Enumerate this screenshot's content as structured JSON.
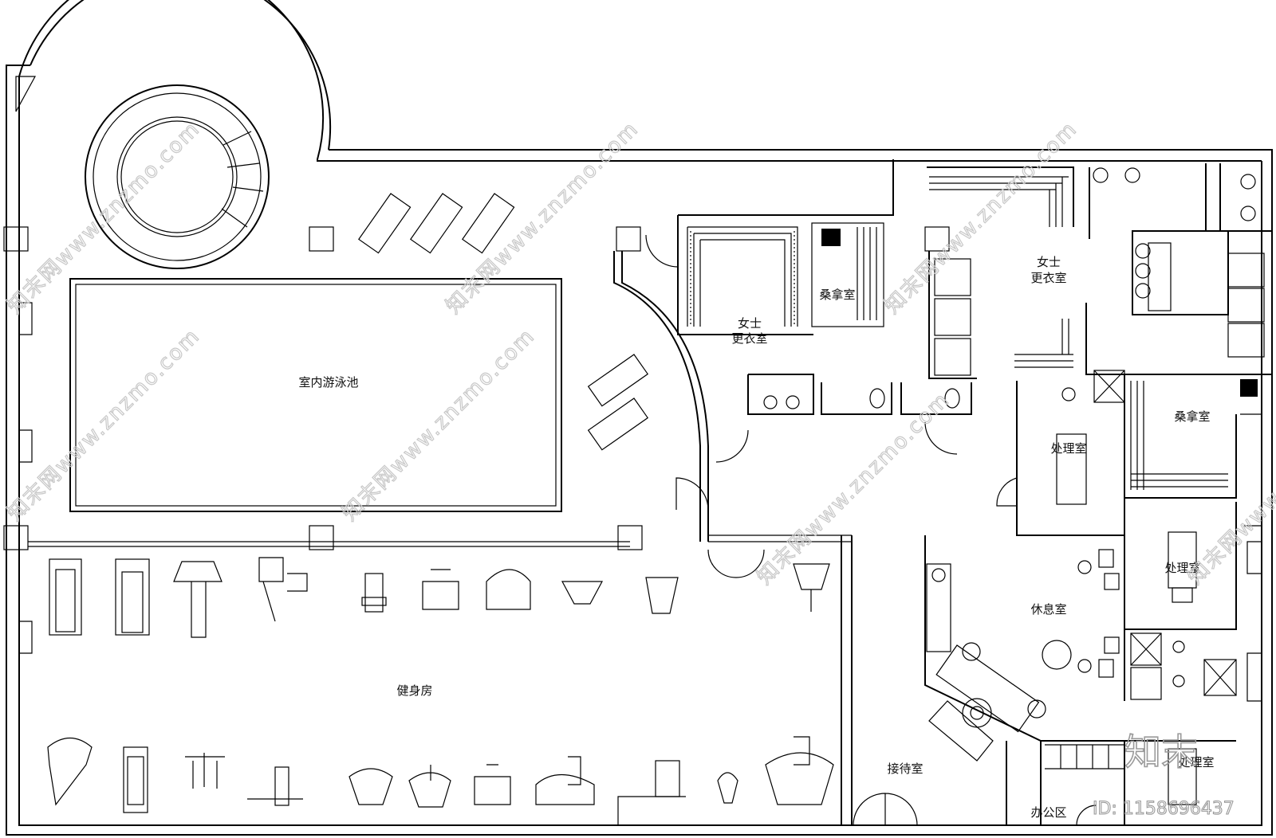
{
  "rooms": {
    "pool": "室内游泳池",
    "gym": "健身房",
    "womens_locker_1_line1": "女士",
    "womens_locker_1_line2": "更衣室",
    "sauna_1": "桑拿室",
    "womens_locker_2_line1": "女士",
    "womens_locker_2_line2": "更衣室",
    "sauna_2": "桑拿室",
    "treatment_1": "处理室",
    "treatment_2": "处理室",
    "treatment_3": "处理室",
    "lounge": "休息室",
    "reception": "接待室",
    "office": "办公区"
  },
  "watermarks": {
    "site": "知末网www.znzmo.com",
    "brand": "知末",
    "id": "ID: 1158696437"
  }
}
